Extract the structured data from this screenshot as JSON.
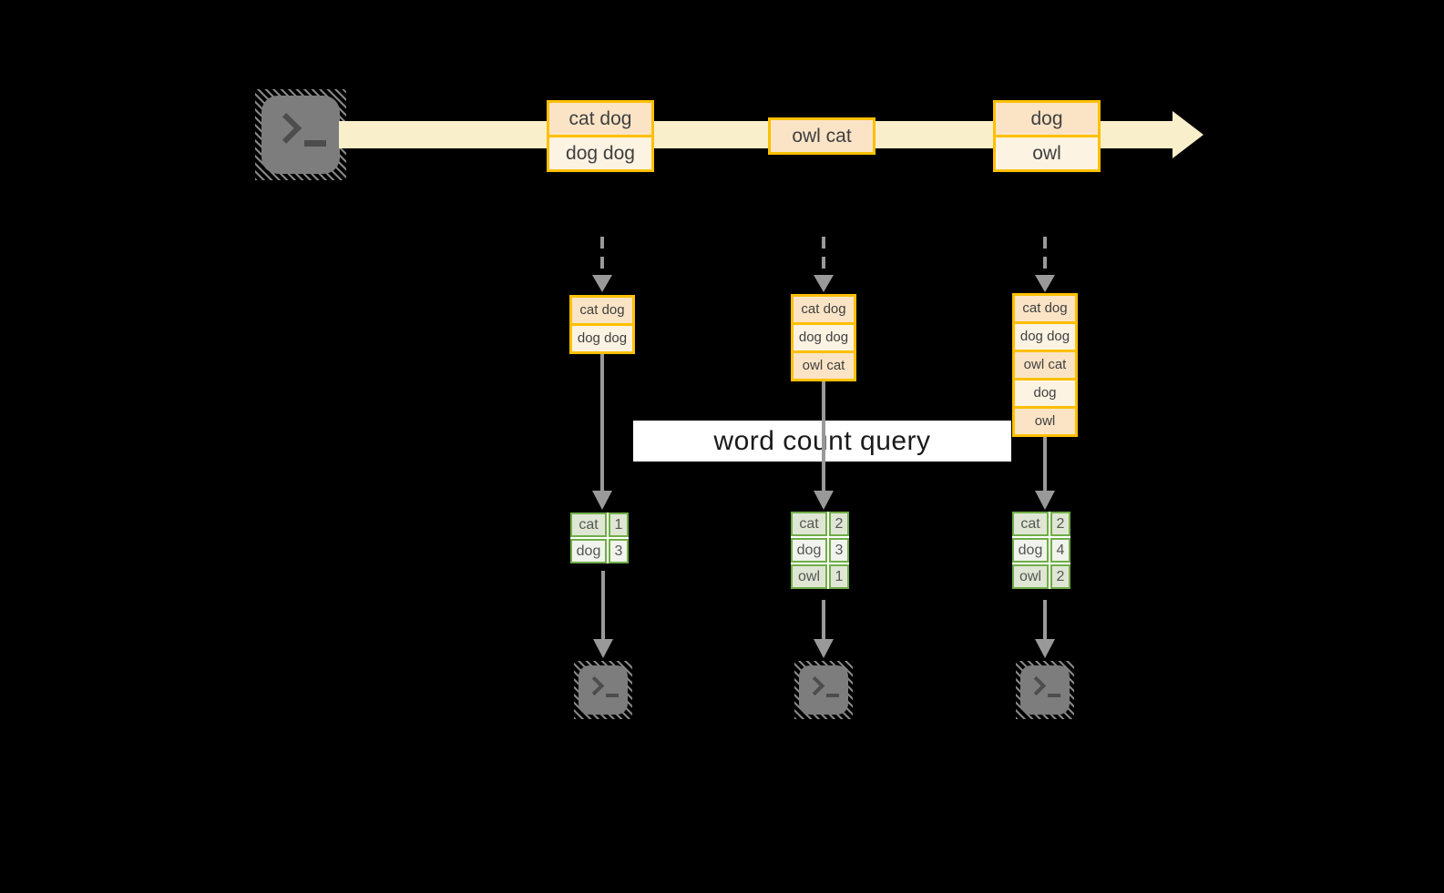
{
  "colors": {
    "background": "#000000",
    "stream_fill": "#FAEFCB",
    "record_border": "#FFC000",
    "record_row_peach": "#FBE4C6",
    "record_row_cream": "#FDF3E3",
    "record_text": "#3F3F3F",
    "arrow_gray": "#999999",
    "banner_bg": "#FFFFFF",
    "banner_text": "#1A1A1A",
    "table_border": "#70AD47",
    "table_row_dark": "#DFE7D4",
    "table_row_light": "#F1F4EC",
    "table_text": "#555555",
    "terminal_fill": "#7D7D7D",
    "terminal_glyph": "#4D4D4D"
  },
  "icons": {
    "source": "terminal-icon",
    "sinks": [
      "terminal-icon",
      "terminal-icon",
      "terminal-icon"
    ]
  },
  "stream": {
    "records": [
      {
        "lines": [
          "cat dog",
          "dog dog"
        ]
      },
      {
        "lines": [
          "owl cat"
        ]
      },
      {
        "lines": [
          "dog",
          "owl"
        ]
      }
    ]
  },
  "query": {
    "label": "word count query"
  },
  "columns": [
    {
      "buffer": [
        "cat dog",
        "dog dog"
      ],
      "counts": [
        [
          "cat",
          "1"
        ],
        [
          "dog",
          "3"
        ]
      ]
    },
    {
      "buffer": [
        "cat dog",
        "dog dog",
        "owl cat"
      ],
      "counts": [
        [
          "cat",
          "2"
        ],
        [
          "dog",
          "3"
        ],
        [
          "owl",
          "1"
        ]
      ]
    },
    {
      "buffer": [
        "cat dog",
        "dog dog",
        "owl cat",
        "dog",
        "owl"
      ],
      "counts": [
        [
          "cat",
          "2"
        ],
        [
          "dog",
          "4"
        ],
        [
          "owl",
          "2"
        ]
      ]
    }
  ]
}
